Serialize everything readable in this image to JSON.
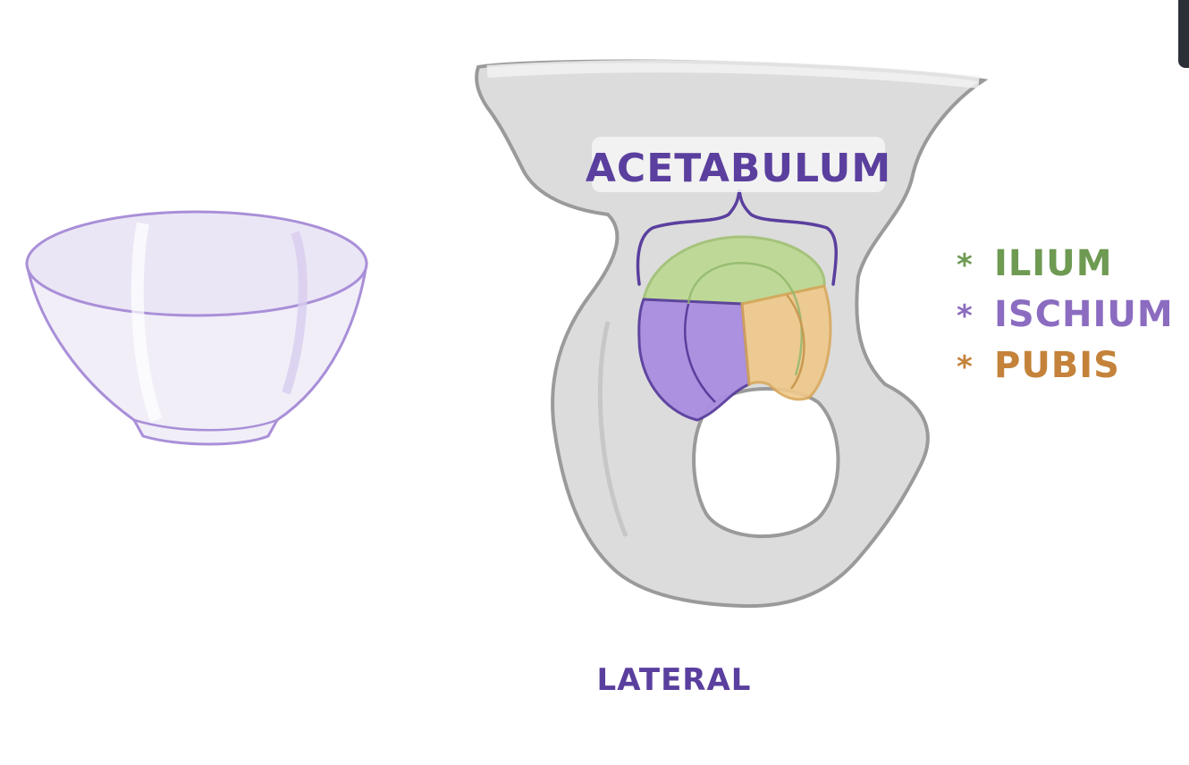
{
  "title": "ACETABULUM",
  "view_label": "LATERAL",
  "legend": [
    {
      "bullet": "*",
      "name": "ILIUM",
      "color": "#6e9a52"
    },
    {
      "bullet": "*",
      "name": "ISCHIUM",
      "color": "#8b6cc0"
    },
    {
      "bullet": "*",
      "name": "PUBIS",
      "color": "#c4823a"
    }
  ],
  "colors": {
    "outline_purple": "#5a3f9e",
    "bone_fill": "#dcdcdc",
    "bone_stroke": "#9a9a9a",
    "bowl_stroke": "#a98fd8",
    "ilium_fill": "#b9d98c",
    "ischium_fill": "#a98ee0",
    "pubis_fill": "#efc98a"
  }
}
